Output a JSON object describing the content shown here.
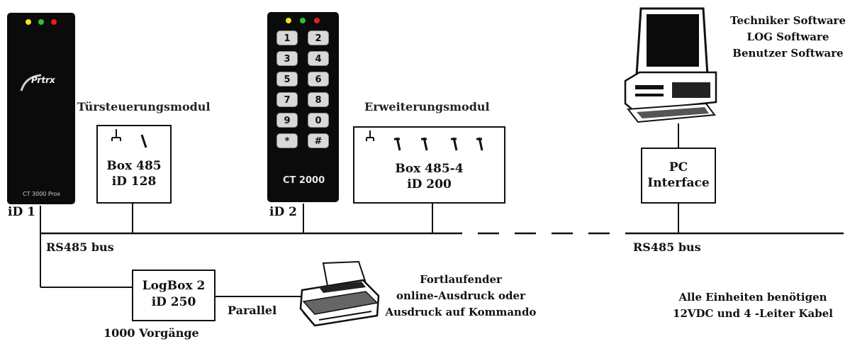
{
  "reader1": {
    "brand": "Prtrx",
    "model": "CT 3000 Prox",
    "id": "iD 1"
  },
  "keypad": {
    "keys": [
      "1",
      "2",
      "3",
      "4",
      "5",
      "6",
      "7",
      "8",
      "9",
      "0",
      "*",
      "#"
    ],
    "model": "CT 2000",
    "id": "iD 2"
  },
  "door_module": {
    "heading": "Türsteuerungsmodul",
    "line1": "Box 485",
    "line2": "iD 128"
  },
  "expansion_module": {
    "heading": "Erweiterungsmodul",
    "line1": "Box 485-4",
    "line2": "iD 200"
  },
  "pc": {
    "software": [
      "Techniker Software",
      "LOG Software",
      "Benutzer Software"
    ]
  },
  "pc_interface": {
    "line1": "PC",
    "line2": "Interface"
  },
  "bus": {
    "left_label": "RS485 bus",
    "right_label": "RS485 bus"
  },
  "logbox": {
    "line1": "LogBox 2",
    "line2": "iD 250",
    "caption": "1000 Vorgänge"
  },
  "parallel_label": "Parallel",
  "printer_note": [
    "Fortlaufender",
    "online-Ausdruck oder",
    "Ausdruck auf Kommando"
  ],
  "power_note": [
    "Alle Einheiten benötigen",
    "12VDC und 4 -Leiter Kabel"
  ],
  "colors": {
    "led_yellow": "#f2e21a",
    "led_green": "#2fbf3a",
    "led_red": "#e0211b",
    "device_body": "#0b0b0b",
    "key_face": "#d8d8d8"
  }
}
